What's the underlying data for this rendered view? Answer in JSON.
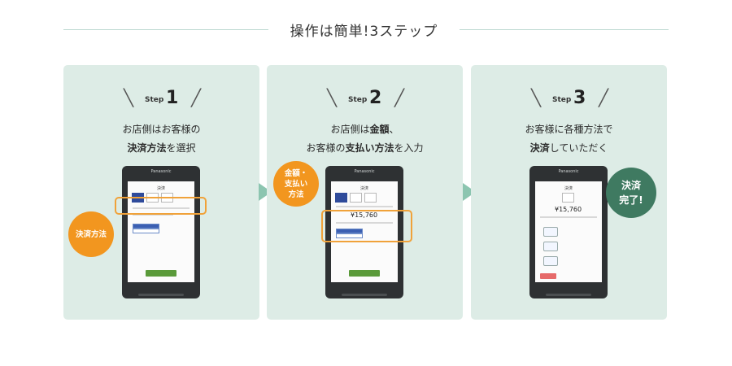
{
  "header": {
    "title": "操作は簡単!3ステップ"
  },
  "steps": [
    {
      "word": "Step",
      "number": "1",
      "caption_line1": "お店側はお客様の",
      "caption_line2_bold": "決済方法",
      "caption_line2_rest": "を選択",
      "bubble": "決済方法"
    },
    {
      "word": "Step",
      "number": "2",
      "caption_line1_pre": "お店側は",
      "caption_line1_bold": "金額",
      "caption_line1_post": "、",
      "caption_line2_pre": "お客様の",
      "caption_line2_bold": "支払い方法",
      "caption_line2_post": "を入力",
      "bubble_line1": "金額・",
      "bubble_line2": "支払い",
      "bubble_line3": "方法"
    },
    {
      "word": "Step",
      "number": "3",
      "caption_line1": "お客様に各種方法で",
      "caption_line2_bold": "決済",
      "caption_line2_rest": "していただく",
      "bubble_line1": "決済",
      "bubble_line2": "完了!"
    }
  ],
  "device": {
    "brand": "Panasonic",
    "screen_title_1": "決済",
    "screen_title_2": "決済",
    "screen_title_3": "決済",
    "amount_2": "¥15,760",
    "amount_3": "¥15,760"
  },
  "colors": {
    "panel": "#ddece6",
    "orange": "#f2961f",
    "green": "#3f7a61",
    "arrow": "#8cc5b0",
    "highlight": "#f0a23a"
  },
  "icons": [
    "arrow-right-icon"
  ]
}
